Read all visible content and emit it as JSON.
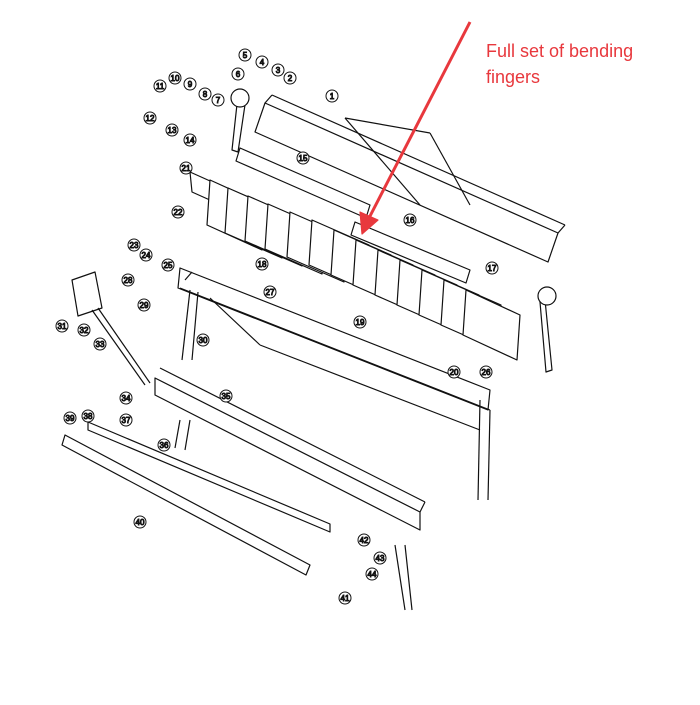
{
  "annotation": {
    "text": "Full set of bending\nfingers",
    "color": "#e8383d"
  },
  "callouts": [
    "1",
    "2",
    "3",
    "4",
    "5",
    "6",
    "7",
    "8",
    "9",
    "10",
    "11",
    "12",
    "13",
    "14",
    "15",
    "16",
    "17",
    "18",
    "19",
    "20",
    "21",
    "22",
    "23",
    "24",
    "25",
    "26",
    "27",
    "28",
    "29",
    "30",
    "31",
    "32",
    "33",
    "34",
    "35",
    "36",
    "37",
    "38",
    "39",
    "40",
    "41",
    "42",
    "43",
    "44"
  ]
}
